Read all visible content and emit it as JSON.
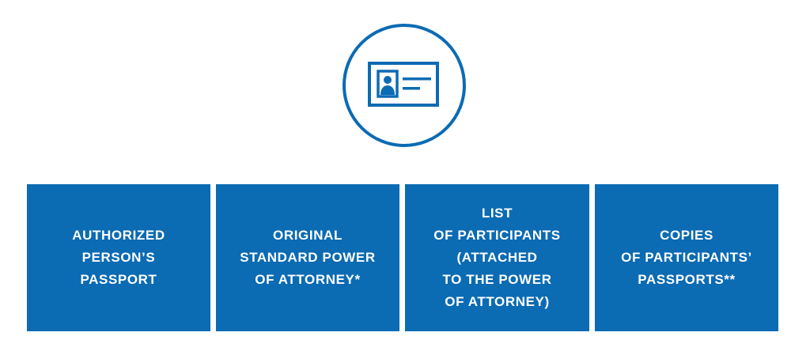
{
  "icon": {
    "name": "id-card-icon",
    "color": "#0b6bb3"
  },
  "documents": [
    {
      "label": "AUTHORIZED\nPERSON’S\nPASSPORT"
    },
    {
      "label": "ORIGINAL\nSTANDARD POWER\nOF ATTORNEY*"
    },
    {
      "label": "LIST\nOF PARTICIPANTS\n(ATTACHED\nTO THE POWER\nOF ATTORNEY)"
    },
    {
      "label": "COPIES\nOF PARTICIPANTS’\nPASSPORTS**"
    }
  ],
  "colors": {
    "brand_blue": "#0b6bb3",
    "text_on_blue": "#ffffff",
    "background": "#ffffff"
  }
}
